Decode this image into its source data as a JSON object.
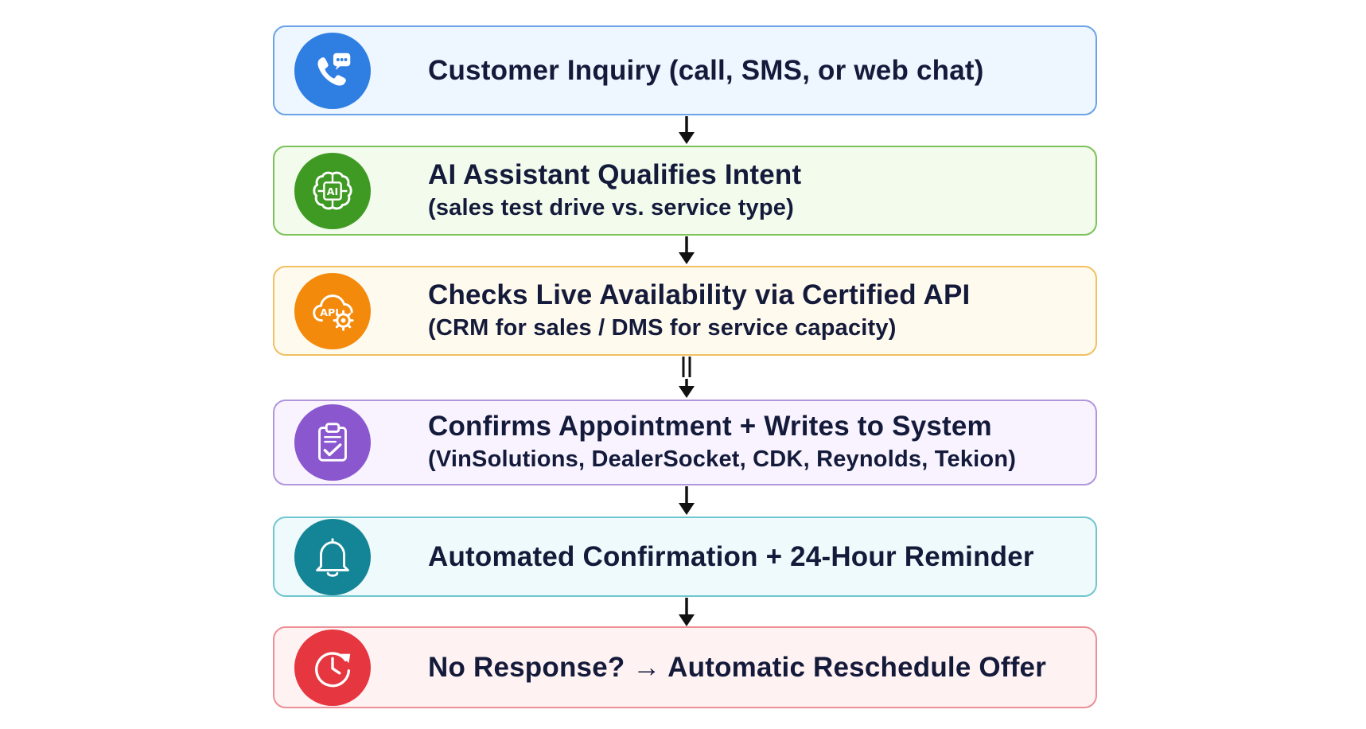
{
  "steps": [
    {
      "icon": "phone-chat-icon",
      "title": "Customer Inquiry (call, SMS, or web chat)",
      "subtitle": ""
    },
    {
      "icon": "ai-brain-icon",
      "title": "AI Assistant Qualifies Intent",
      "subtitle": "(sales test drive vs. service type)",
      "icon_text": "AI"
    },
    {
      "icon": "api-cloud-gear-icon",
      "title": "Checks Live Availability via Certified API",
      "subtitle": "(CRM for sales / DMS for service capacity)",
      "icon_text": "API"
    },
    {
      "icon": "clipboard-check-icon",
      "title": "Confirms Appointment + Writes to System",
      "subtitle": "(VinSolutions, DealerSocket, CDK, Reynolds, Tekion)"
    },
    {
      "icon": "bell-icon",
      "title": "Automated Confirmation + 24-Hour Reminder",
      "subtitle": ""
    },
    {
      "icon": "clock-refresh-icon",
      "title": "No Response? → Automatic Reschedule Offer",
      "subtitle": ""
    }
  ],
  "colors": {
    "step_1_accent": "#2f7fe3",
    "step_2_accent": "#3f9a24",
    "step_3_accent": "#f48a0b",
    "step_4_accent": "#8b57cf",
    "step_5_accent": "#148596",
    "step_6_accent": "#e6363f",
    "text": "#141a3a",
    "arrow": "#111111"
  }
}
